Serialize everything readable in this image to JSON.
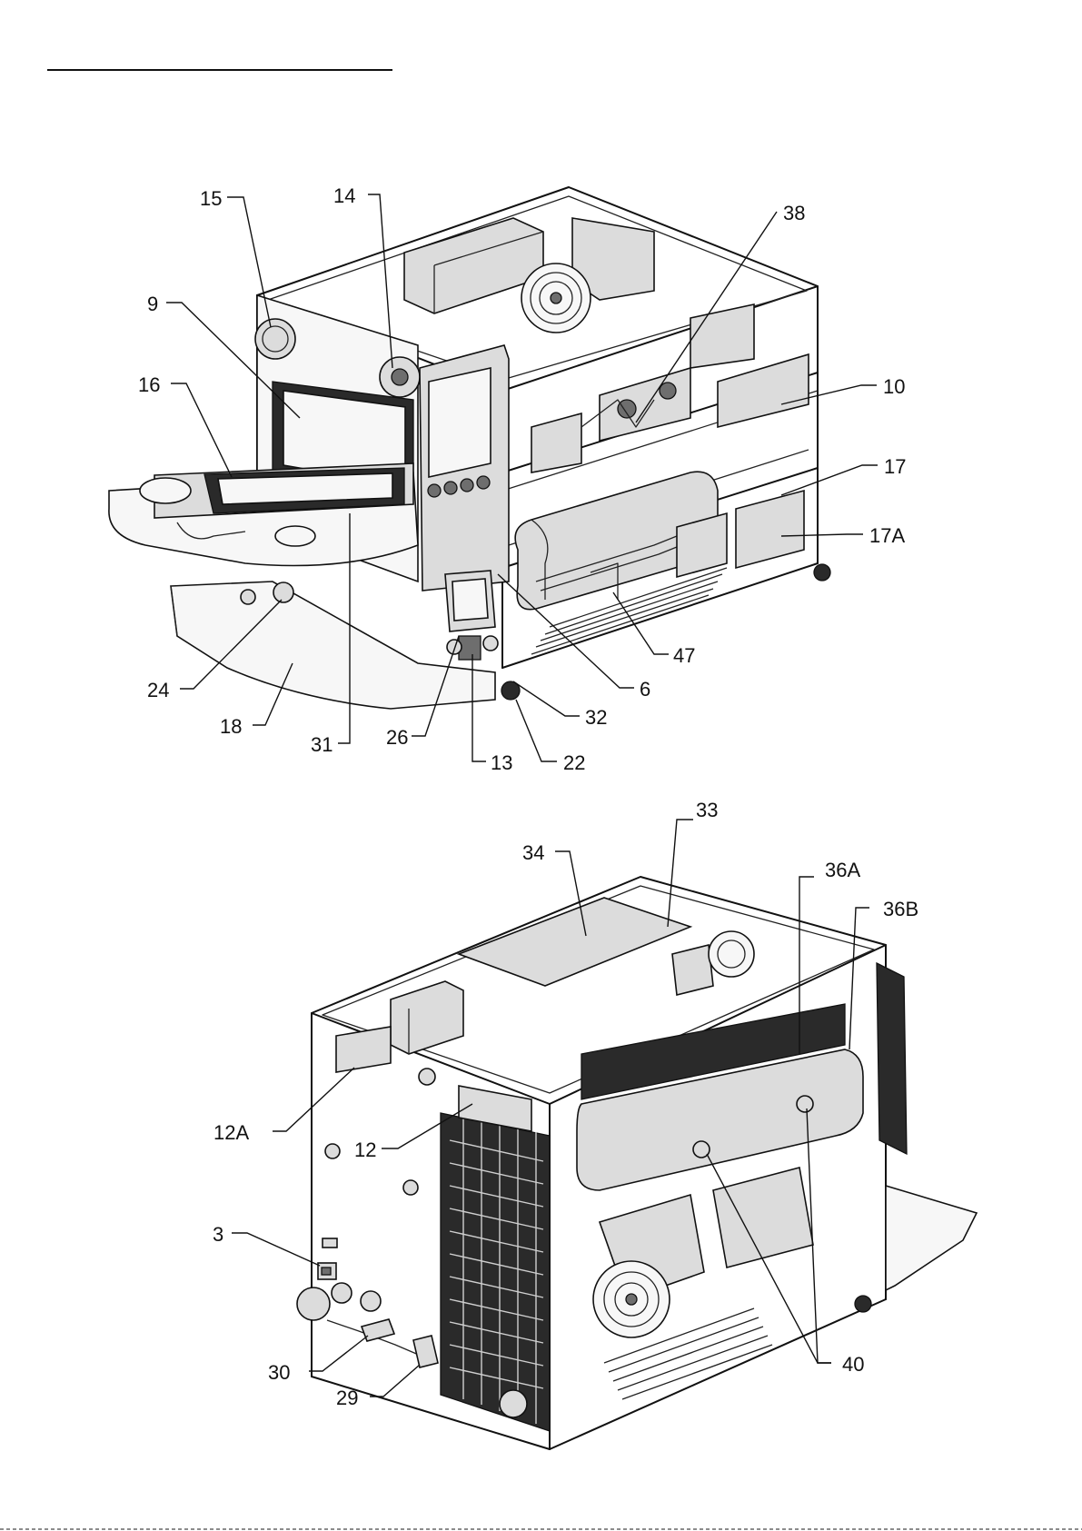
{
  "top_view": {
    "labels": [
      "15",
      "14",
      "38",
      "9",
      "16",
      "10",
      "17",
      "17A",
      "24",
      "18",
      "31",
      "26",
      "13",
      "22",
      "32",
      "6",
      "47"
    ]
  },
  "bottom_view": {
    "labels": [
      "33",
      "34",
      "36A",
      "36B",
      "12A",
      "12",
      "3",
      "30",
      "29",
      "40"
    ]
  }
}
